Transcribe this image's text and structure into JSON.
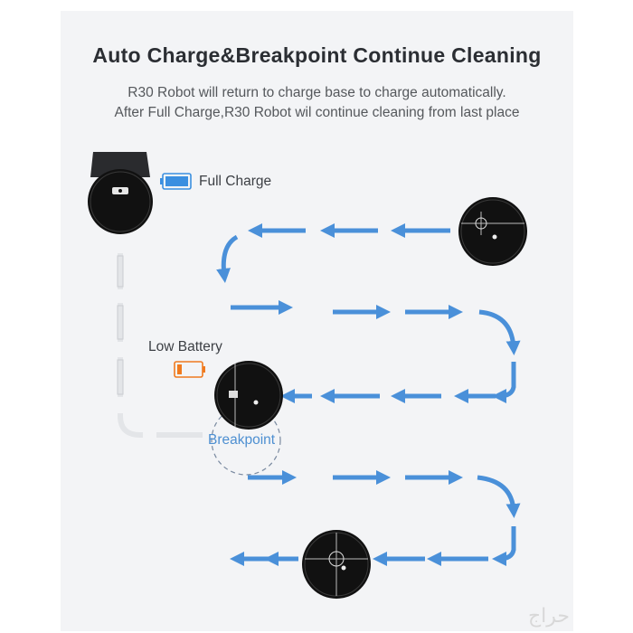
{
  "title": "Auto Charge&Breakpoint Continue Cleaning",
  "subtitle_line1": "R30 Robot will return to charge base to charge automatically.",
  "subtitle_line2": "After Full Charge,R30 Robot wil continue cleaning from last place",
  "labels": {
    "full_charge": "Full Charge",
    "low_battery": "Low Battery",
    "breakpoint": "Breakpoint"
  },
  "battery": {
    "full_level": 1.0,
    "low_level": 0.2
  },
  "colors": {
    "arrow": "#4a90d9",
    "full_battery": "#3b8fe0",
    "low_battery": "#f07a1e",
    "robot": "#111111"
  },
  "watermark": "حراج"
}
